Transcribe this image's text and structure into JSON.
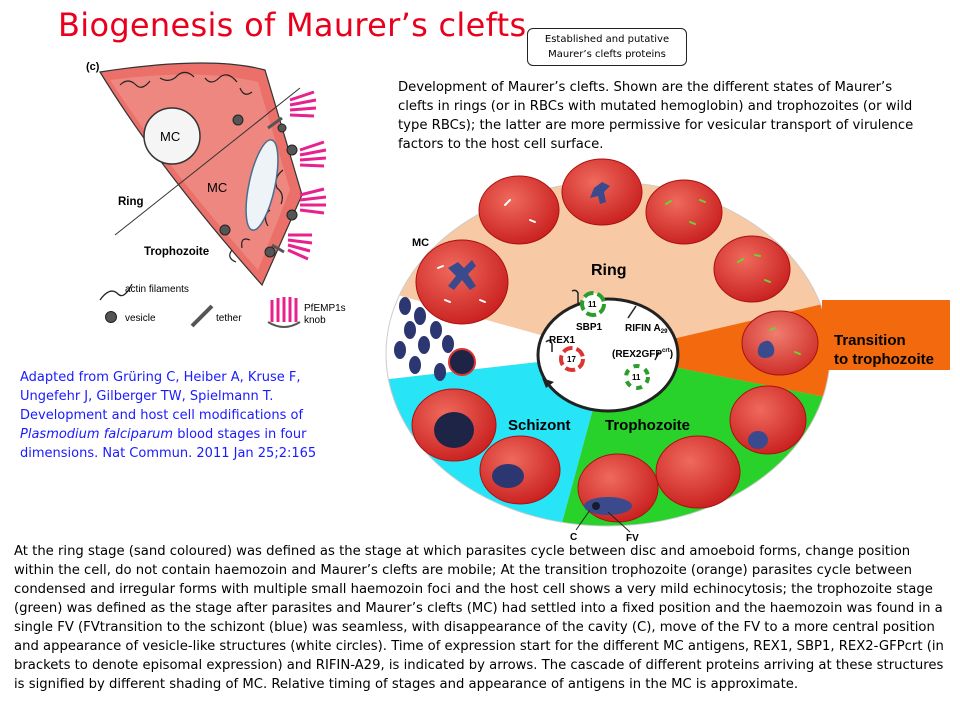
{
  "title": "Biogenesis of Maurer’s clefts",
  "box": {
    "line1": "Established and putative",
    "line2": "Maurer’s clefts proteins"
  },
  "description": "Development of Maurer’s clefts. Shown are the different states of Maurer’s clefts in rings (or in RBCs with mutated hemoglobin) and trophozoites (or wild type RBCs); the latter are more permissive for vesicular transport of virulence factors to the host cell surface.",
  "citation": {
    "before": "Adapted from Grüring C, Heiber A, Kruse F, Ungefehr J, Gilberger TW, Spielmann T. Development and host cell modifications of ",
    "italic": "Plasmodium falciparum",
    "after": " blood stages in four dimensions. Nat Commun. 2011 Jan 25;2:165"
  },
  "caption": "At the ring stage (sand coloured) was defined as the stage at which parasites cycle between disc and amoeboid forms, change position within the cell, do not contain haemozoin and Maurer’s clefts are mobile; At the transition trophozoite (orange) parasites cycle between condensed and irregular forms with multiple small haemozoin foci and the host cell shows a very mild echinocytosis; the trophozoite stage (green) was defined as the stage after parasites and Maurer’s clefts (MC) had settled into a fixed position and the haemozoin was found in a single FV (FVtransition to the schizont (blue) was seamless, with disappearance of the cavity (C), move of the FV to a more central position and appearance of vesicle-like structures (white circles). Time of expression start for the different MC antigens, REX1, SBP1, REX2-GFPcrt (in brackets to denote episomal expression) and RIFIN-A29, is indicated by arrows. The cascade of different proteins arriving at these structures is signified by different shading of MC. Relative timing of stages and appearance of antigens in the MC is approximate.",
  "panel_c": {
    "label": "(c)",
    "mc1": "MC",
    "mc2": "MC",
    "ring": "Ring",
    "trophozoite": "Trophozoite",
    "legend": {
      "actin": "actin filaments",
      "vesicle": "vesicle",
      "tether": "tether",
      "pfemp1_line1": "PfEMP1s",
      "pfemp1_line2": "knob"
    }
  },
  "cycle": {
    "mc": "MC",
    "ring": "Ring",
    "transition_line1": "Transition",
    "transition_line2": "to trophozoite",
    "trophozoite": "Trophozoite",
    "schizont": "Schizont",
    "c": "C",
    "fv": "FV",
    "center": {
      "sbp1": "SBP1",
      "rifin": "RIFIN A",
      "rifin_sub": "29",
      "rex1": "REX1",
      "rex2": "(REX2GFP",
      "rex2_sup": "crt",
      "rex2_close": ")",
      "badge1": "11",
      "badge2": "17",
      "badge3": "11"
    }
  },
  "colors": {
    "title": "#e8001c",
    "ring_sand": "#f7c9a4",
    "transition_orange": "#f26a0d",
    "trophozoite_green": "#28d22a",
    "schizont_blue": "#27e4f7",
    "cell_red": "#d8332b",
    "citation_blue": "#1a1aff"
  }
}
